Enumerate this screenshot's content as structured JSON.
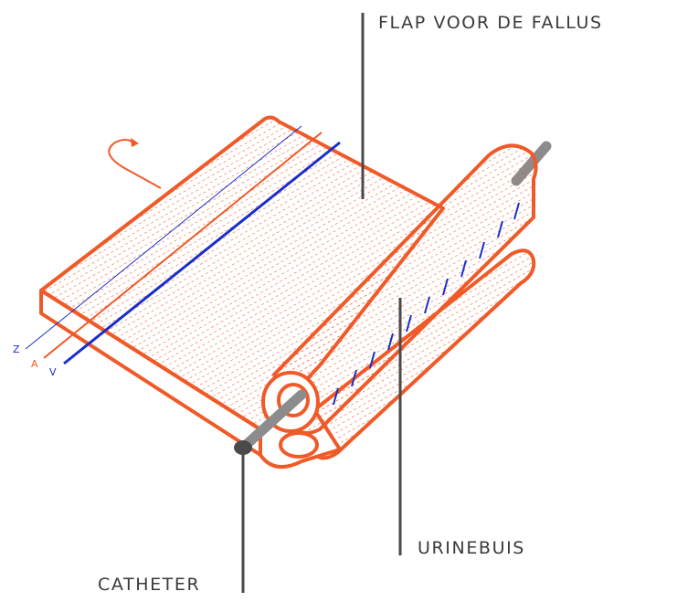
{
  "labels": {
    "flap": "FLAP VOOR DE FALLUS",
    "urethra": "URINEBUIS",
    "catheter": "CATHETER"
  },
  "axes": {
    "z": "Z",
    "a": "A",
    "v": "V"
  },
  "colors": {
    "tissue": "#f05a28",
    "blue": "#1a2ecc",
    "line": "#4a4a4a",
    "catheter": "#8c8c8c",
    "text": "#3a3a3a"
  }
}
